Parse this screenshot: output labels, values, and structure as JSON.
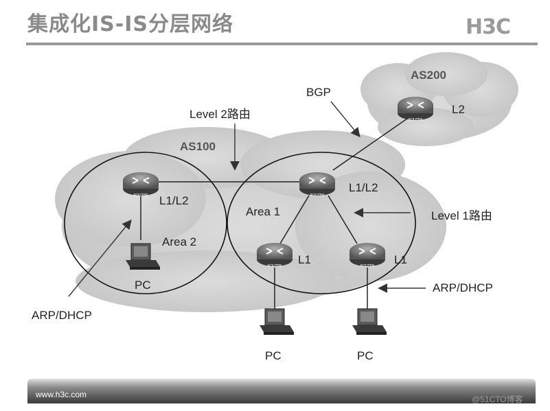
{
  "slide": {
    "title": "集成化IS-IS分层网络",
    "logo_text": "H3C"
  },
  "diagram": {
    "as200_label": "AS200",
    "as100_label": "AS100",
    "bgp_label": "BGP",
    "level2_label": "Level 2路由",
    "level1_label": "Level 1路由",
    "area1_label": "Area 1",
    "area2_label": "Area 2",
    "router_l2_label": "L2",
    "router_l1l2_area2_label": "L1/L2",
    "router_l1l2_area1_label": "L1/L2",
    "router_l1_left_label": "L1",
    "router_l1_right_label": "L1",
    "router_icon_text": "ROUTER",
    "pc_area2_label": "PC",
    "pc_left_label": "PC",
    "pc_right_label": "PC",
    "arp_dhcp_left_label": "ARP/DHCP",
    "arp_dhcp_right_label": "ARP/DHCP"
  },
  "footer": {
    "url": "www.h3c.com",
    "watermark": "@51CTO博客"
  }
}
